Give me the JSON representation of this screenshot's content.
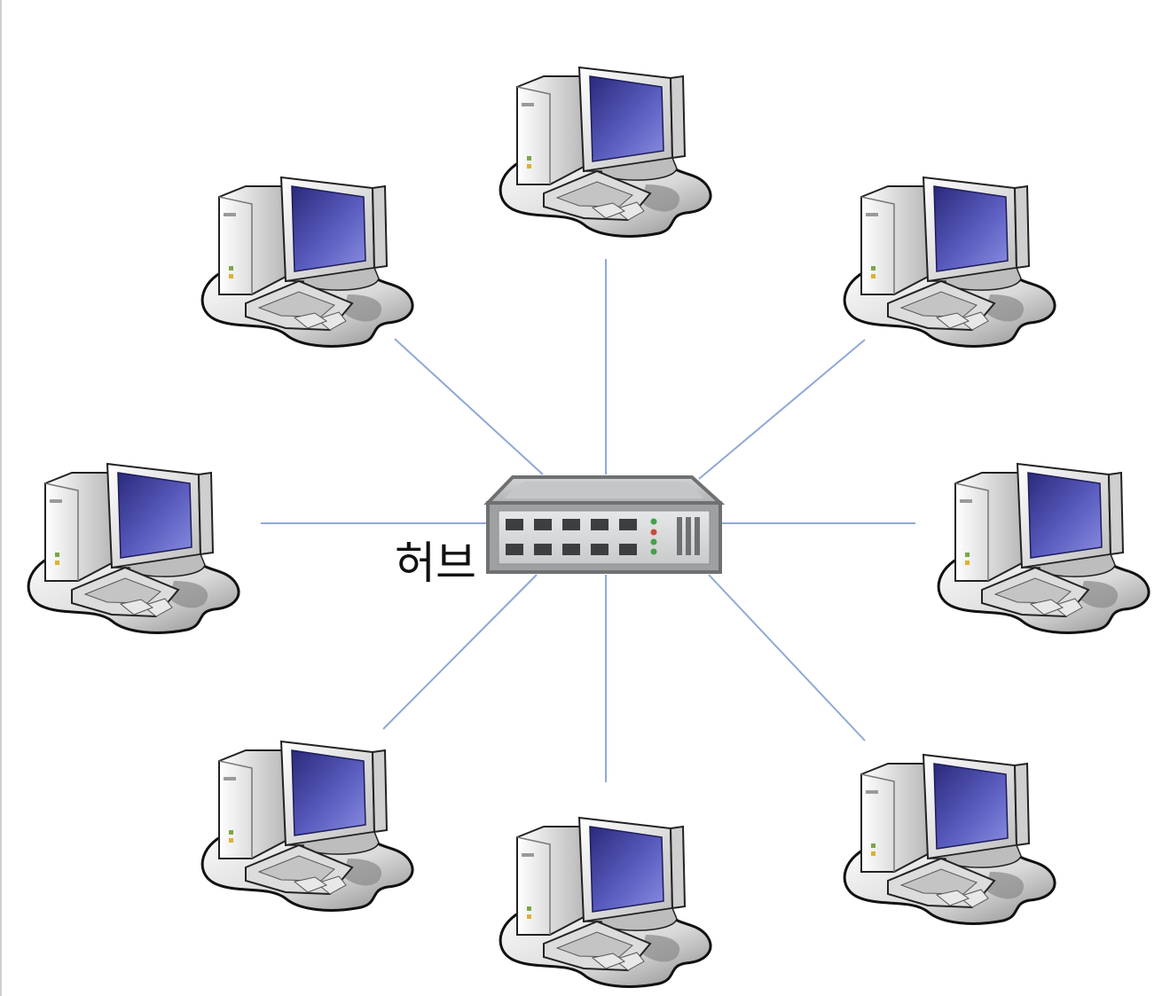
{
  "diagram": {
    "type": "star-network",
    "hub": {
      "label": "허브",
      "icon": "network-hub-icon"
    },
    "nodes": [
      {
        "id": "pc-top",
        "icon": "desktop-computer-icon"
      },
      {
        "id": "pc-top-right",
        "icon": "desktop-computer-icon"
      },
      {
        "id": "pc-right",
        "icon": "desktop-computer-icon"
      },
      {
        "id": "pc-bottom-right",
        "icon": "desktop-computer-icon"
      },
      {
        "id": "pc-bottom",
        "icon": "desktop-computer-icon"
      },
      {
        "id": "pc-bottom-left",
        "icon": "desktop-computer-icon"
      },
      {
        "id": "pc-left",
        "icon": "desktop-computer-icon"
      },
      {
        "id": "pc-top-left",
        "icon": "desktop-computer-icon"
      }
    ],
    "colors": {
      "link": "#8fa9d6",
      "screen_dark": "#2a2a7a",
      "screen_light": "#6f72c9",
      "hub_body": "#a7a9ab"
    }
  }
}
